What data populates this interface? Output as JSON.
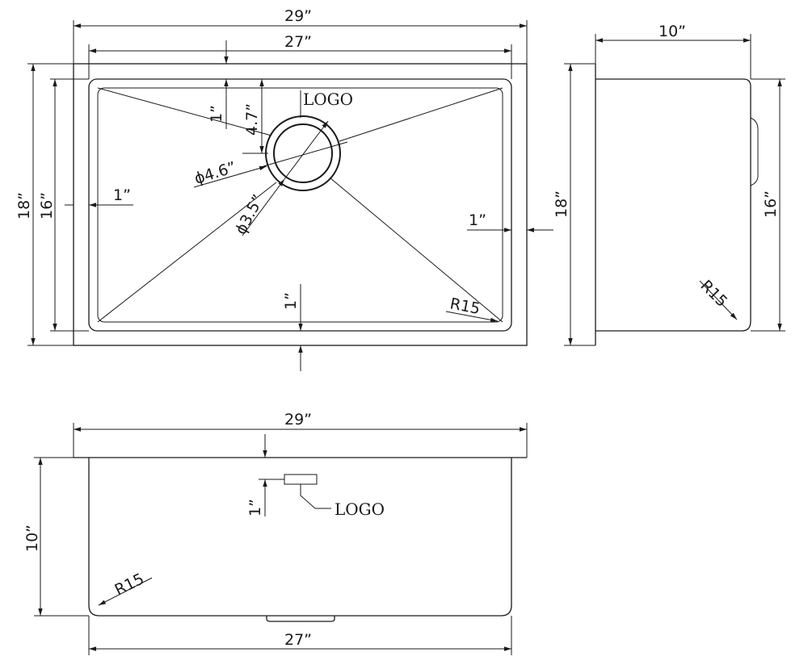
{
  "top_view": {
    "outer_width": "29”",
    "inner_width": "27”",
    "outer_height": "18”",
    "inner_height": "16”",
    "rim_top": "1”",
    "drain_offset": "4.7”",
    "flange_dia": "ϕ4.6”",
    "drain_dia": "ϕ3.5”",
    "rim_left": "1”",
    "rim_right": "1”",
    "rim_bottom": "1”",
    "corner_radius": "R15",
    "logo": "LOGO"
  },
  "side_view": {
    "depth": "10”",
    "outer_height": "18”",
    "inner_height": "16”",
    "corner_radius": "R15"
  },
  "front_view": {
    "outer_width": "29”",
    "inner_width": "27”",
    "depth": "10”",
    "logo_offset": "1”",
    "corner_radius": "R15",
    "logo": "LOGO"
  }
}
